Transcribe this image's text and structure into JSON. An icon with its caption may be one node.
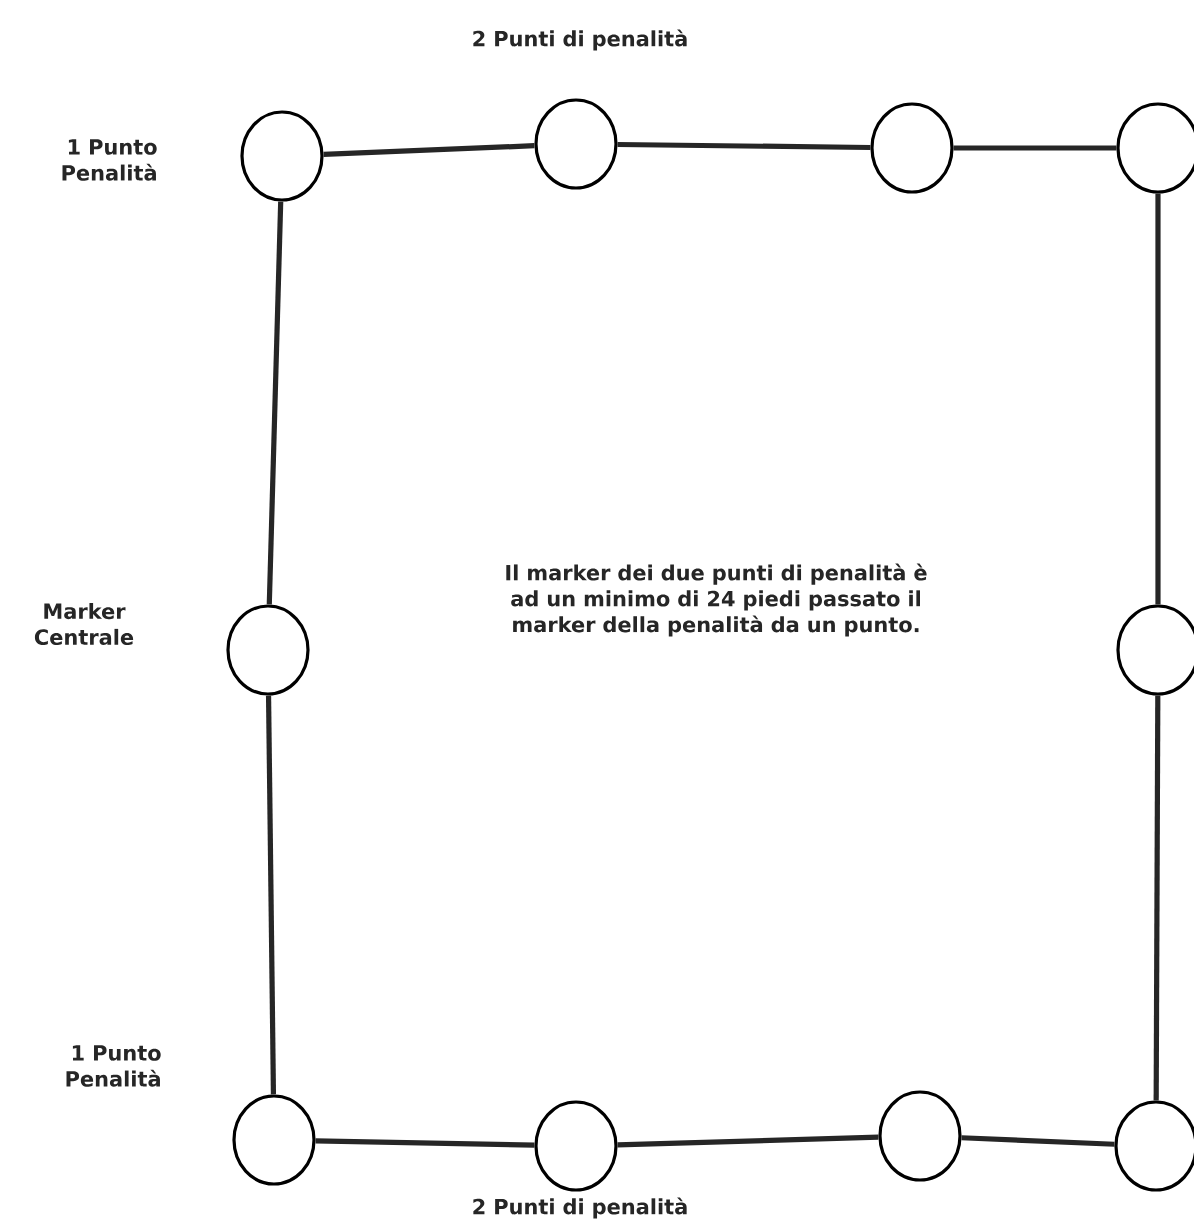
{
  "diagram": {
    "nodes": [
      {
        "text": [],
        "shape": "circle"
      },
      {
        "text": [],
        "shape": "circle"
      },
      {
        "text": [],
        "shape": "circle"
      },
      {
        "text": [],
        "shape": "circle"
      },
      {
        "text": [],
        "shape": "circle"
      },
      {
        "text": [],
        "shape": "circle"
      },
      {
        "text": [],
        "shape": "circle"
      },
      {
        "text": [],
        "shape": "circle"
      },
      {
        "text": [],
        "shape": "circle"
      },
      {
        "text": [],
        "shape": "circle"
      }
    ],
    "edges": [
      {
        "from": 0,
        "to": 1,
        "arrow": "none"
      },
      {
        "from": 1,
        "to": 2,
        "arrow": "none"
      },
      {
        "from": 2,
        "to": 3,
        "arrow": "none"
      },
      {
        "from": 0,
        "to": 4,
        "arrow": "none"
      },
      {
        "from": 4,
        "to": 6,
        "arrow": "none"
      },
      {
        "from": 3,
        "to": 5,
        "arrow": "none"
      },
      {
        "from": 5,
        "to": 9,
        "arrow": "none"
      },
      {
        "from": 6,
        "to": 7,
        "arrow": "none"
      },
      {
        "from": 7,
        "to": 8,
        "arrow": "none"
      },
      {
        "from": 8,
        "to": 9,
        "arrow": "none"
      }
    ],
    "labels": [
      "2 Punti di penalità",
      "1 Punto Penalità",
      "Marker Centrale",
      "Il marker dei due punti di penalità è ad un minimo di 24 piedi passato il marker della penalità da un punto.",
      "1 Punto Penalità",
      "2 Punti di penalità"
    ]
  }
}
